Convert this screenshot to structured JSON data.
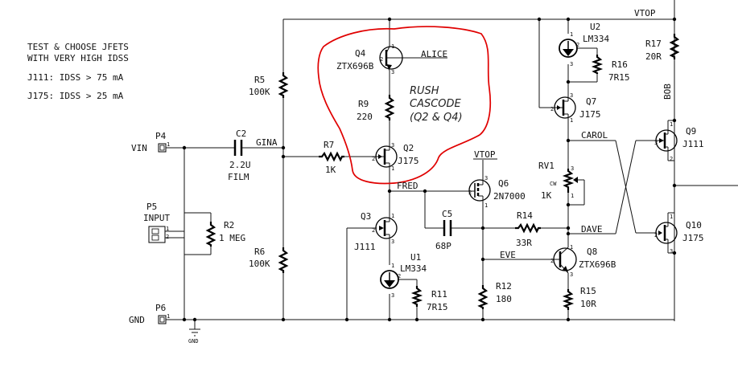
{
  "notes": {
    "line1": "TEST & CHOOSE JFETS",
    "line2": "WITH VERY HIGH IDSS",
    "j111": "J111:  IDSS > 75 mA",
    "j175": "J175:  IDSS > 25 mA"
  },
  "annotation": {
    "line1": "RUSH",
    "line2": "CASCODE",
    "line3": "(Q2 & Q4)",
    "outline_color": "#e00000"
  },
  "nets": {
    "vtop": "VTOP",
    "vtop2": "VTOP",
    "gina": "GINA",
    "fred": "FRED",
    "alice": "ALICE",
    "carol": "CAROL",
    "dave": "DAVE",
    "eve": "EVE",
    "bob": "BOB",
    "vin": "VIN",
    "gnd": "GND",
    "gnd_symbol": "GND",
    "cw": "CW"
  },
  "parts": {
    "p4": "P4",
    "p5": "P5",
    "p5_value": "INPUT",
    "p6": "P6",
    "c2": "C2",
    "c2_value": "2.2U",
    "c2_type": "FILM",
    "c5": "C5",
    "c5_value": "68P",
    "r2": "R2",
    "r2_value": "1 MEG",
    "r5": "R5",
    "r5_value": "100K",
    "r6": "R6",
    "r6_value": "100K",
    "r7": "R7",
    "r7_value": "1K",
    "r9": "R9",
    "r9_value": "220",
    "r11": "R11",
    "r11_value": "7R15",
    "r12": "R12",
    "r12_value": "180",
    "r14": "R14",
    "r14_value": "33R",
    "r15": "R15",
    "r15_value": "10R",
    "r16": "R16",
    "r16_value": "7R15",
    "r17": "R17",
    "r17_value": "20R",
    "rv1": "RV1",
    "rv1_value": "1K",
    "q2": "Q2",
    "q2_value": "J175",
    "q3": "Q3",
    "q3_value": "J111",
    "q4": "Q4",
    "q4_value": "ZTX696B",
    "q6": "Q6",
    "q6_value": "2N7000",
    "q7": "Q7",
    "q7_value": "J175",
    "q8": "Q8",
    "q8_value": "ZTX696B",
    "q9": "Q9",
    "q9_value": "J111",
    "q10": "Q10",
    "q10_value": "J175",
    "u1": "U1",
    "u1_value": "LM334",
    "u2": "U2",
    "u2_value": "LM334"
  }
}
